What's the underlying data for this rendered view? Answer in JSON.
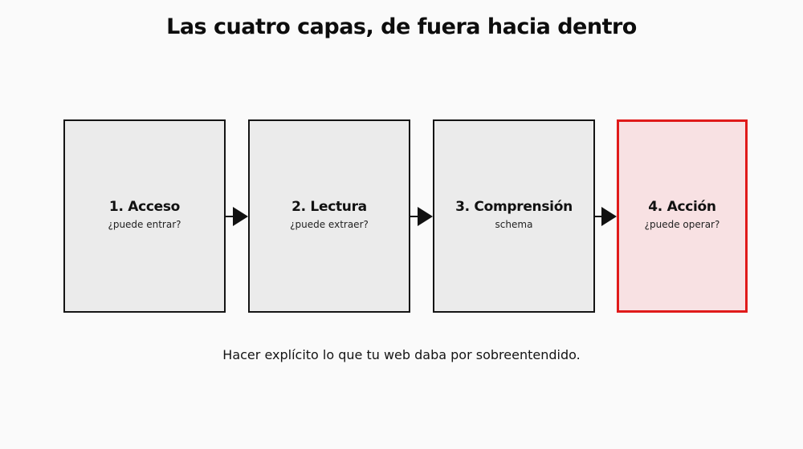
{
  "title": "Las cuatro capas, de fuera hacia dentro",
  "layers": [
    {
      "title": "1. Acceso",
      "subtitle": "¿puede entrar?"
    },
    {
      "title": "2. Lectura",
      "subtitle": "¿puede extraer?"
    },
    {
      "title": "3. Comprensión",
      "subtitle": "schema"
    },
    {
      "title": "4. Acción",
      "subtitle": "¿puede operar?"
    }
  ],
  "caption": "Hacer explícito lo que tu web daba por sobreentendido.",
  "colors": {
    "background": "#fafafa",
    "box_fill": "#ebebeb",
    "box_border": "#141414",
    "highlight_fill": "#f8e1e3",
    "highlight_border": "#e01a1a",
    "arrow": "#111111"
  }
}
